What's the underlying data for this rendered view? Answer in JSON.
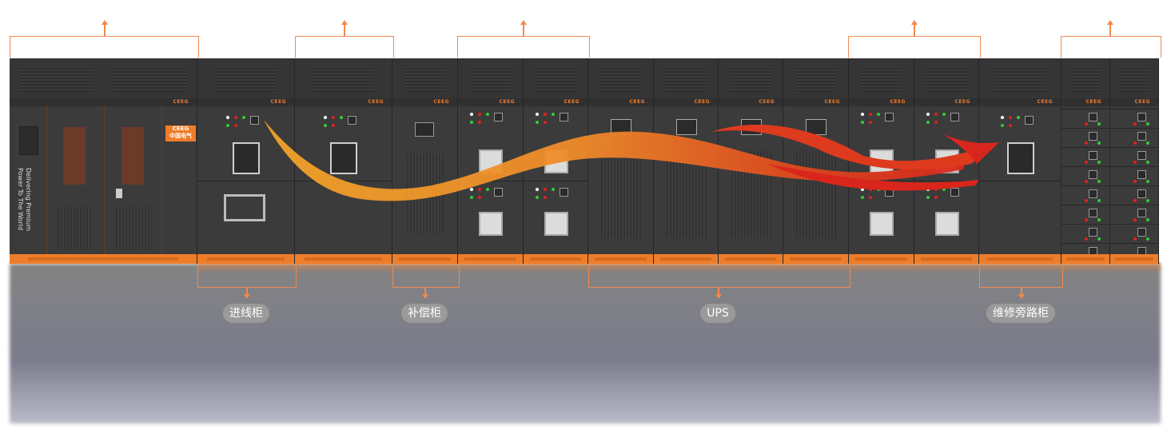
{
  "brand": {
    "logo_en": "CEEG",
    "logo_cn": "中国电气",
    "slogan_line1": "Delivering Premium",
    "slogan_line2": "Power To The World"
  },
  "labels": {
    "incoming": "进线柜",
    "compensation": "补偿柜",
    "ups": "UPS",
    "bypass": "维修旁路柜"
  },
  "colors": {
    "accent": "#ee7d2a",
    "cabinet": "#3b3b3b",
    "flow_orange": "#f2a32a",
    "flow_red": "#d9261c"
  }
}
